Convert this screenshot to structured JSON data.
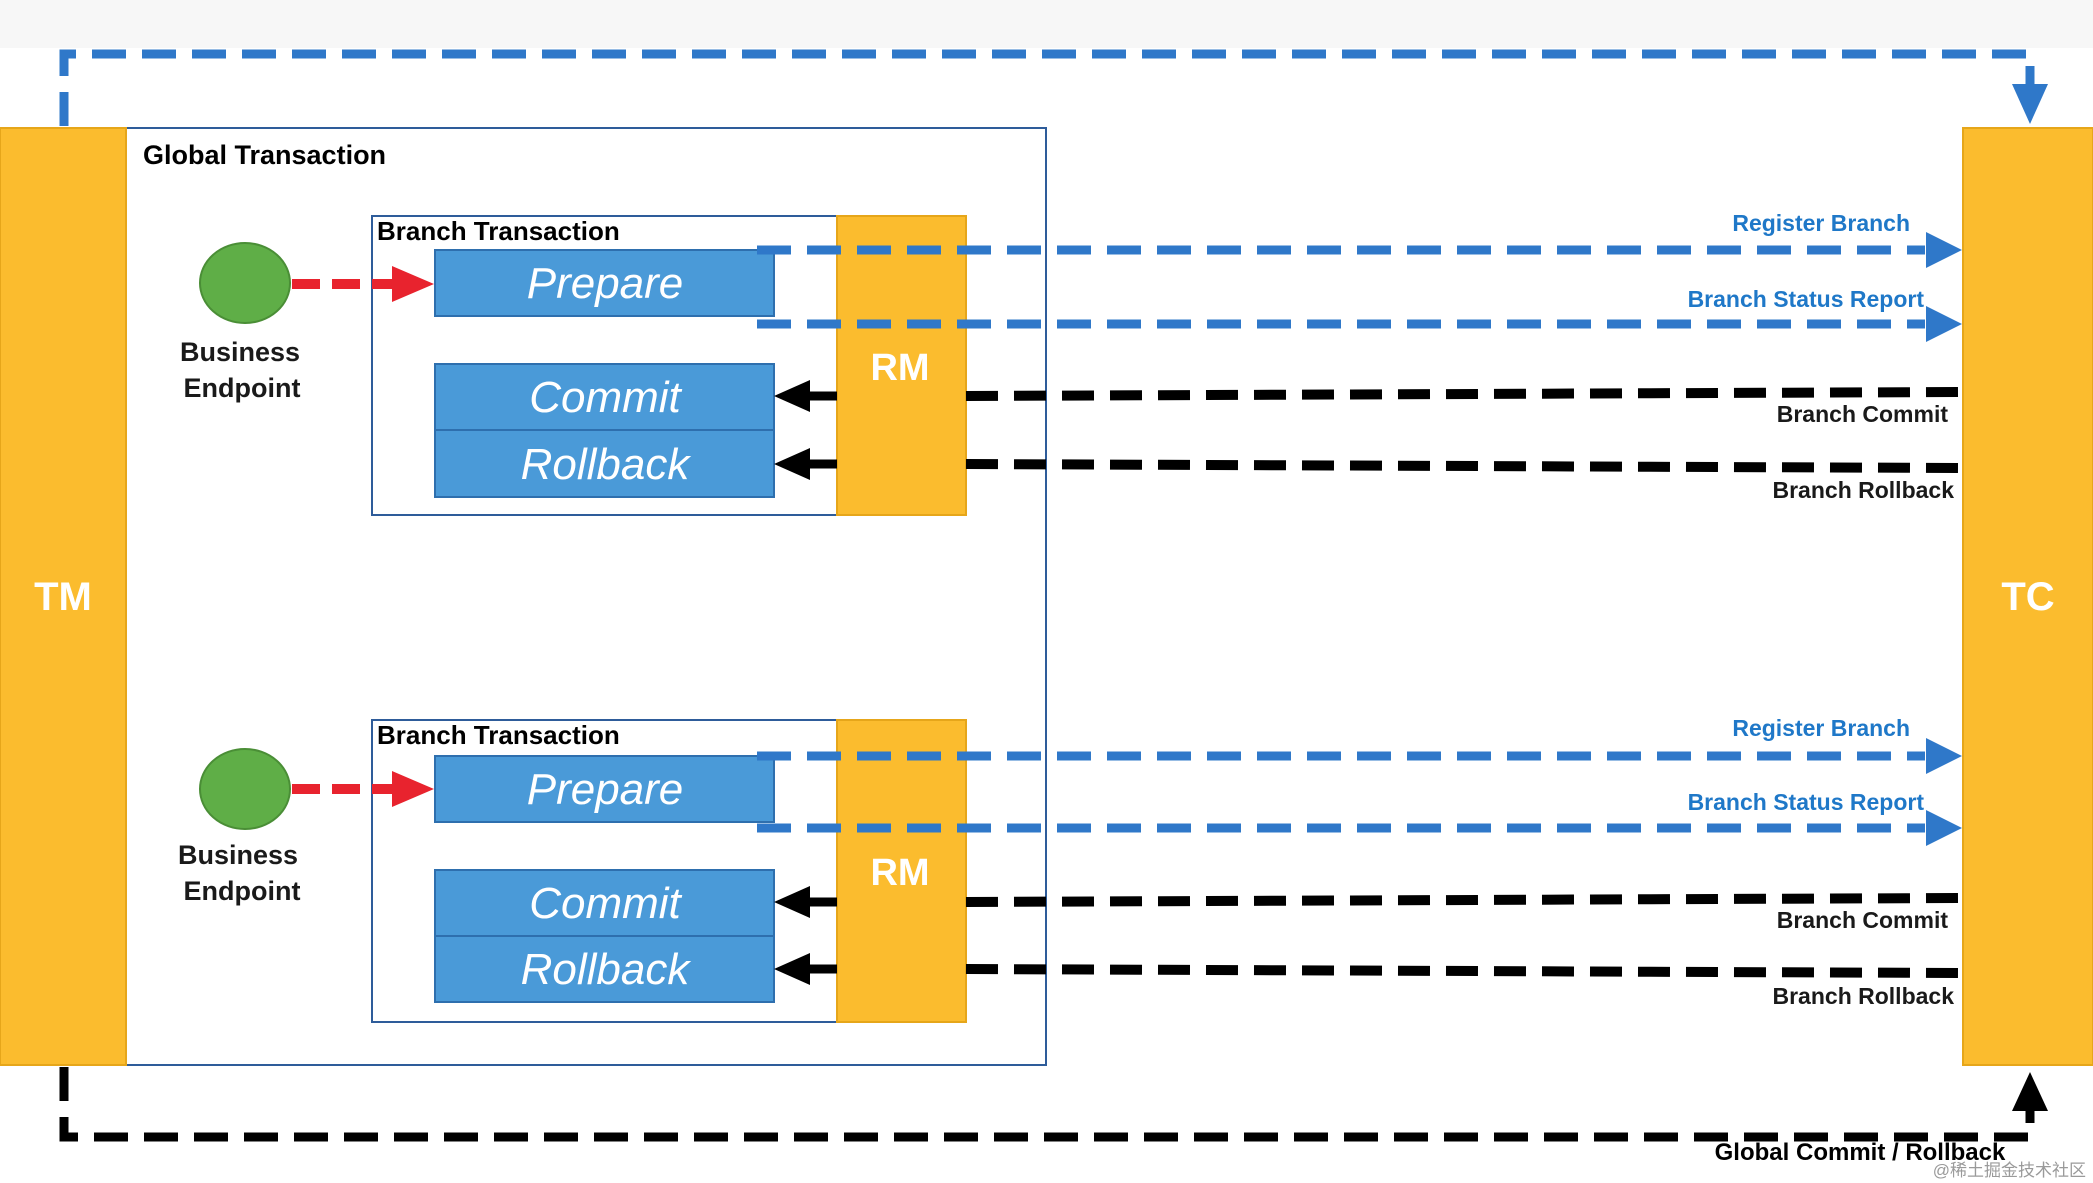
{
  "tm": {
    "label": "TM"
  },
  "tc": {
    "label": "TC"
  },
  "global_transaction": {
    "title": "Global Transaction"
  },
  "branches": [
    {
      "title": "Branch Transaction",
      "business": {
        "line1": "Business",
        "line2": "Endpoint"
      },
      "prepare": "Prepare",
      "commit": "Commit",
      "rollback": "Rollback",
      "rm": "RM",
      "register": "Register Branch",
      "status_report": "Branch Status Report",
      "branch_commit": "Branch Commit",
      "branch_rollback": "Branch Rollback"
    },
    {
      "title": "Branch Transaction",
      "business": {
        "line1": "Business",
        "line2": "Endpoint"
      },
      "prepare": "Prepare",
      "commit": "Commit",
      "rollback": "Rollback",
      "rm": "RM",
      "register": "Register Branch",
      "status_report": "Branch Status Report",
      "branch_commit": "Branch Commit",
      "branch_rollback": "Branch Rollback"
    }
  ],
  "bottom_label": "Global Commit / Rollback",
  "watermark": "@稀土掘金技术社区",
  "colors": {
    "orange": "#FBBC2E",
    "blue_box": "#4A9AD8",
    "blue_line": "#2F78C9",
    "blue_text": "#1F78C8",
    "green": "#5FAE47",
    "red": "#E8232E",
    "black": "#000000",
    "frame": "#2E5C9A"
  }
}
